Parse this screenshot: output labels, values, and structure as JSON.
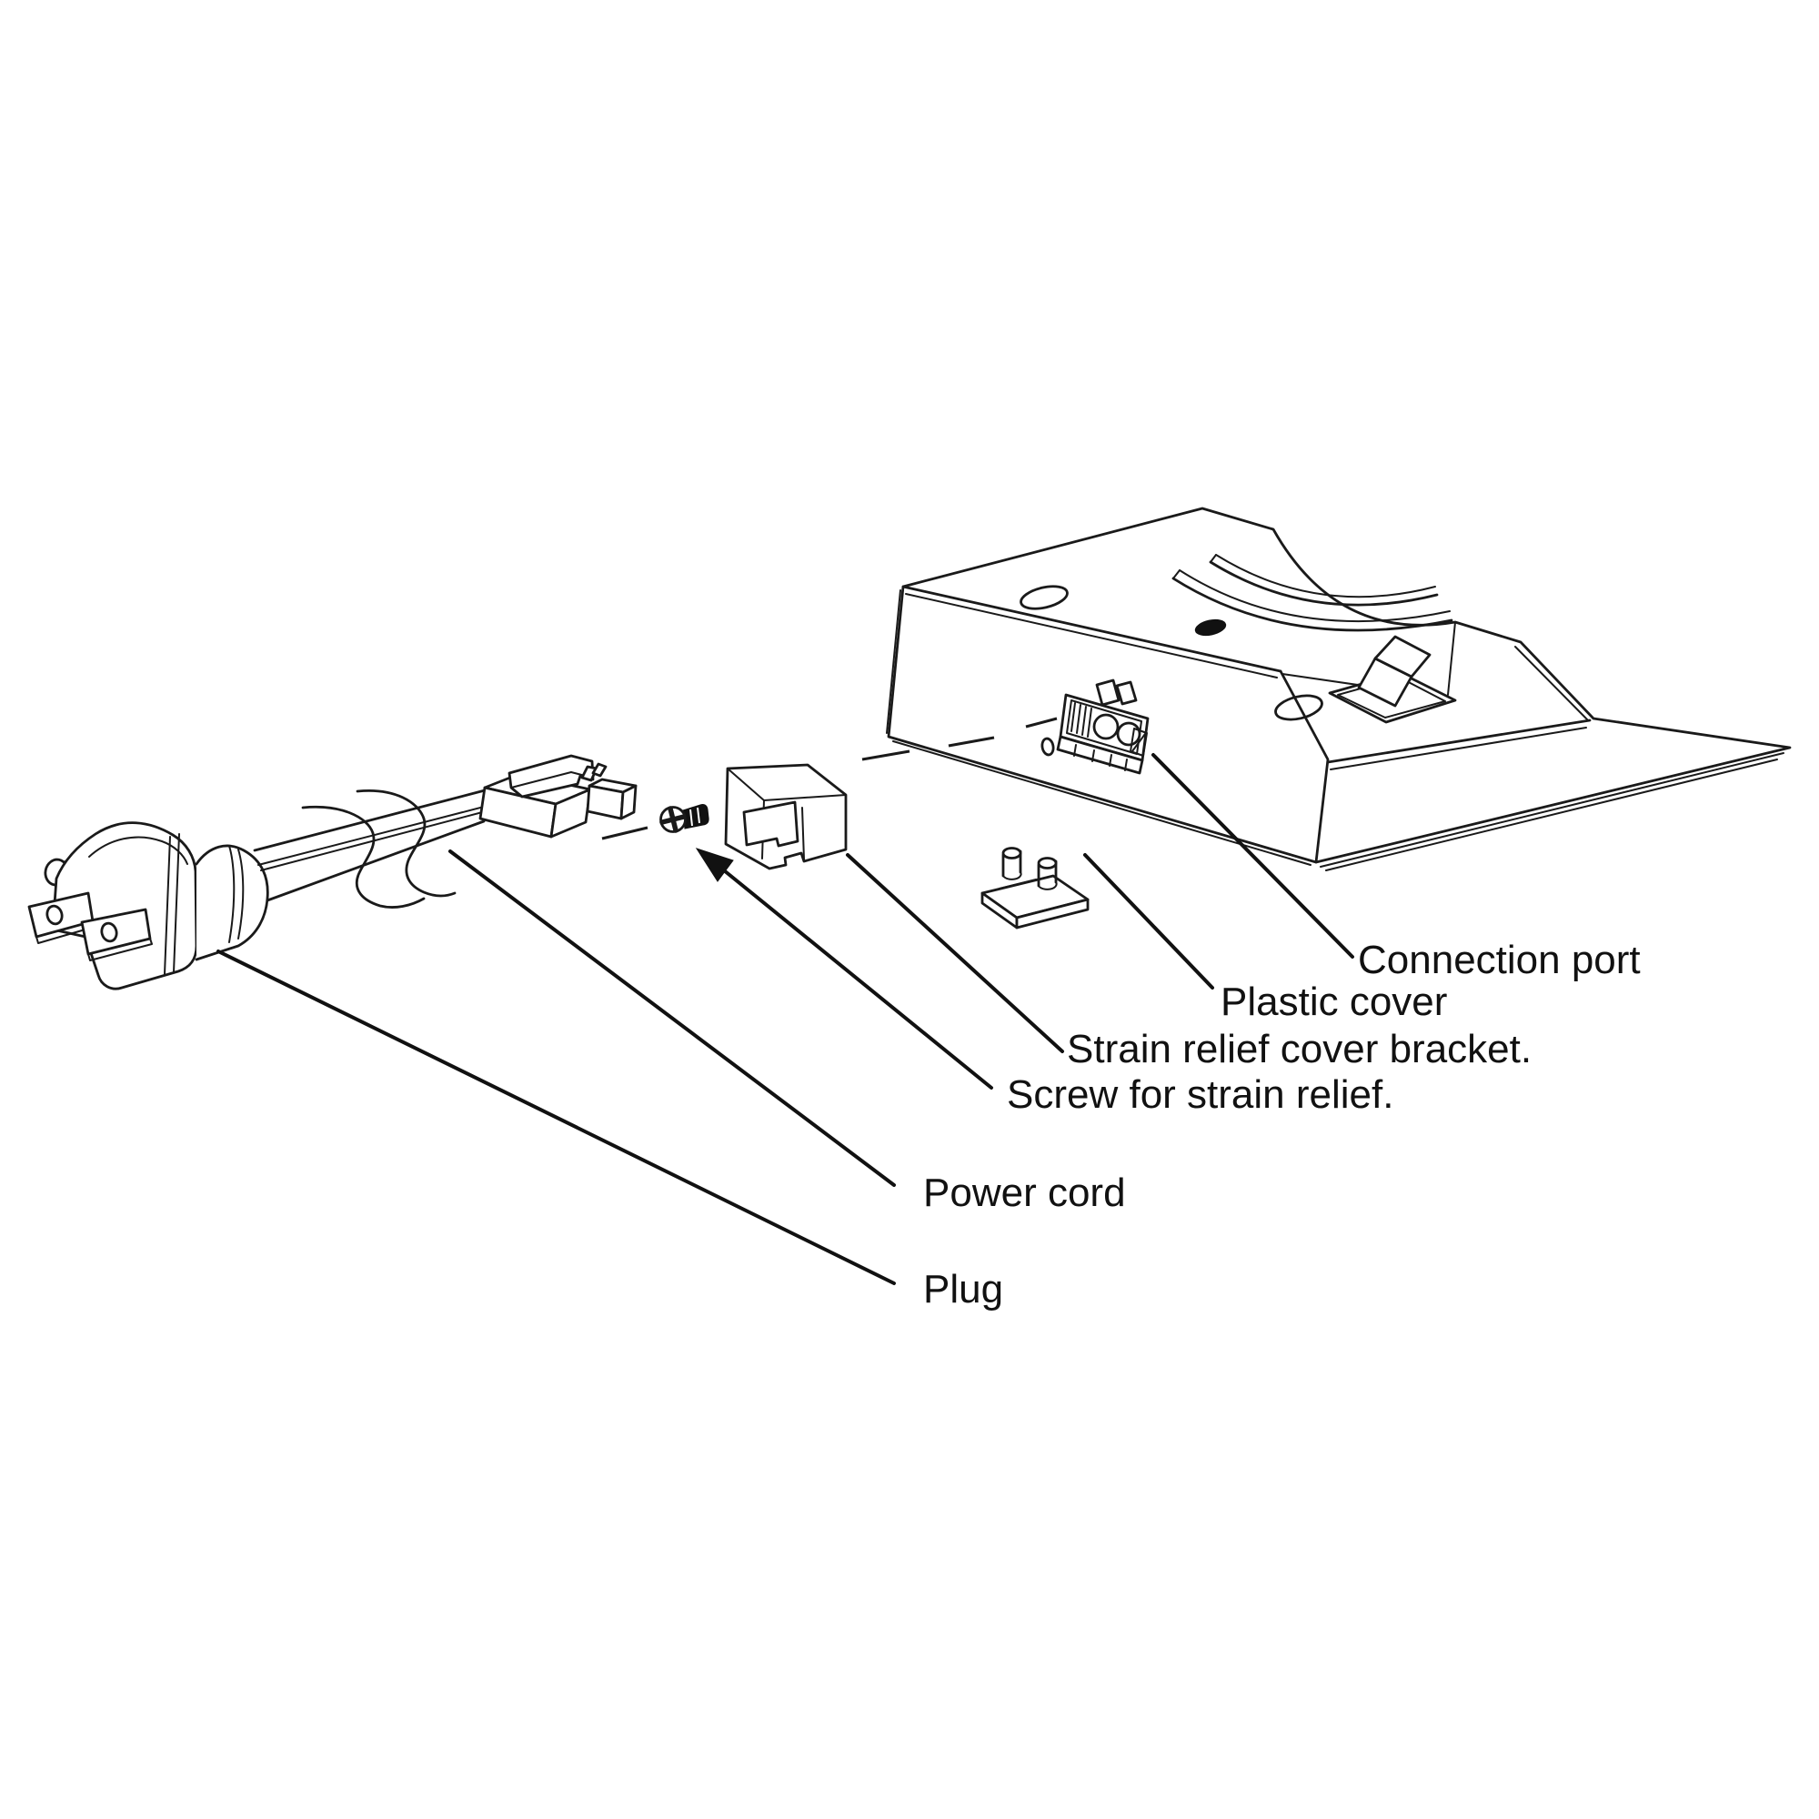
{
  "diagram": {
    "type": "exploded-assembly-line-drawing",
    "description": "Instruction-manual style exploded view of a power cord assembly connecting to a control box",
    "colors": {
      "background": "#ffffff",
      "line": "#1a1a1a",
      "text": "#111111",
      "screw_fill": "#111111"
    },
    "labels": {
      "connection_port": "Connection port",
      "plastic_cover": "Plastic cover",
      "strain_relief_bracket": "Strain relief cover bracket.",
      "screw": "Screw for strain relief.",
      "power_cord": "Power cord",
      "plug": "Plug"
    },
    "parts": [
      {
        "name": "plug",
        "label_key": "plug"
      },
      {
        "name": "power-cord",
        "label_key": "power_cord"
      },
      {
        "name": "cord-connector",
        "label_key": "power_cord"
      },
      {
        "name": "screw-for-strain-relief",
        "label_key": "screw"
      },
      {
        "name": "strain-relief-cover-bracket",
        "label_key": "strain_relief_bracket"
      },
      {
        "name": "plastic-cover",
        "label_key": "plastic_cover"
      },
      {
        "name": "control-box",
        "label_key": "connection_port"
      },
      {
        "name": "connection-port",
        "label_key": "connection_port"
      }
    ]
  }
}
